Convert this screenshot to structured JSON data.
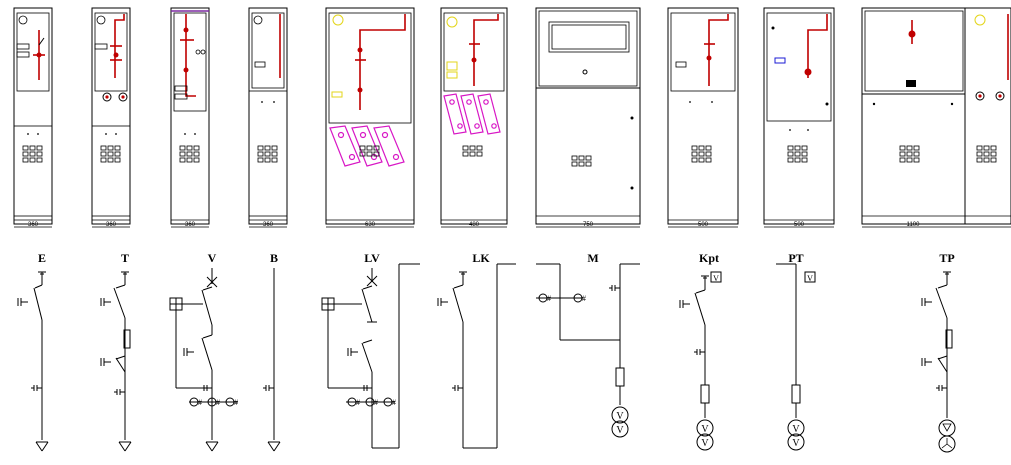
{
  "panels": [
    {
      "id": "E",
      "label": "E",
      "width": "360"
    },
    {
      "id": "T",
      "label": "T",
      "width": "360"
    },
    {
      "id": "V",
      "label": "V",
      "width": "360"
    },
    {
      "id": "B",
      "label": "B",
      "width": "360"
    },
    {
      "id": "LV",
      "label": "LV",
      "width": "630"
    },
    {
      "id": "LK",
      "label": "LK",
      "width": "480"
    },
    {
      "id": "M",
      "label": "M",
      "width": "750"
    },
    {
      "id": "Kpt",
      "label": "Kpt",
      "width": "500"
    },
    {
      "id": "PT",
      "label": "PT",
      "width": "500"
    },
    {
      "id": "TP",
      "label": "TP",
      "width": "1100"
    }
  ],
  "voltmeter_symbol": "V",
  "colors": {
    "line": "#000000",
    "busbar": "#c00000",
    "fuse_holder": "#d817c5",
    "indicator": "#e3d51a",
    "meter": "#1b1bd6"
  }
}
